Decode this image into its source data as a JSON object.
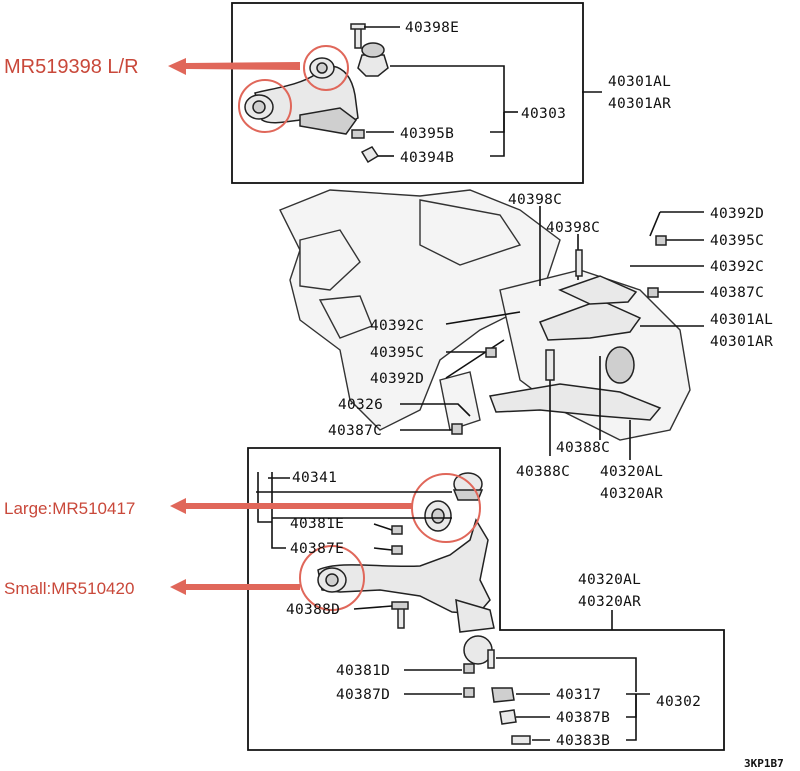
{
  "labels": {
    "top_box": {
      "l40398E": "40398E",
      "l40303": "40303",
      "l40395B": "40395B",
      "l40394B": "40394B",
      "l40301AL": "40301AL",
      "l40301AR": "40301AR"
    },
    "middle": {
      "l40398C_a": "40398C",
      "l40398C_b": "40398C",
      "l40392D": "40392D",
      "l40395C_r": "40395C",
      "l40392C_r": "40392C",
      "l40387C_r": "40387C",
      "l40301AL": "40301AL",
      "l40301AR": "40301AR",
      "l40392C_l": "40392C",
      "l40395C_l": "40395C",
      "l40392D_l": "40392D",
      "l40326": "40326",
      "l40387C_l": "40387C",
      "l40388C_a": "40388C",
      "l40388C_b": "40388C",
      "l40320AL": "40320AL",
      "l40320AR": "40320AR"
    },
    "bottom_box": {
      "l40341": "40341",
      "l40381E": "40381E",
      "l40387E": "40387E",
      "l40388D": "40388D",
      "l40320AL": "40320AL",
      "l40320AR": "40320AR",
      "l40381D": "40381D",
      "l40387D": "40387D",
      "l40317": "40317",
      "l40302": "40302",
      "l40387B": "40387B",
      "l40383B": "40383B"
    },
    "code": "3KP1B7"
  },
  "annotations": {
    "upper": "MR519398 L/R",
    "large": "Large:MR510417",
    "small": "Small:MR510420"
  },
  "colors": {
    "annotation_red": "#c9483a",
    "circle_red": "#e0675a",
    "line_black": "#111111"
  }
}
